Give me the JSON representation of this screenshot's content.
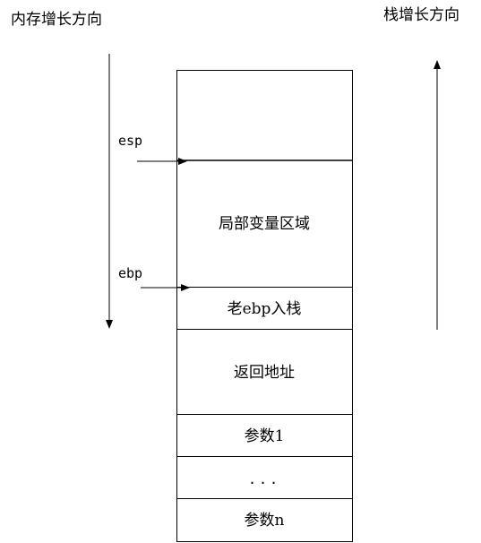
{
  "labels": {
    "memory_direction": "内存增长方向",
    "stack_direction": "栈增长方向",
    "esp": "esp",
    "ebp": "ebp"
  },
  "stack": {
    "top_cell": "",
    "locals": "局部变量区域",
    "saved_ebp": "老ebp入栈",
    "return_address": "返回地址",
    "param_1": "参数1",
    "ellipsis": "...",
    "param_n": "参数n"
  }
}
